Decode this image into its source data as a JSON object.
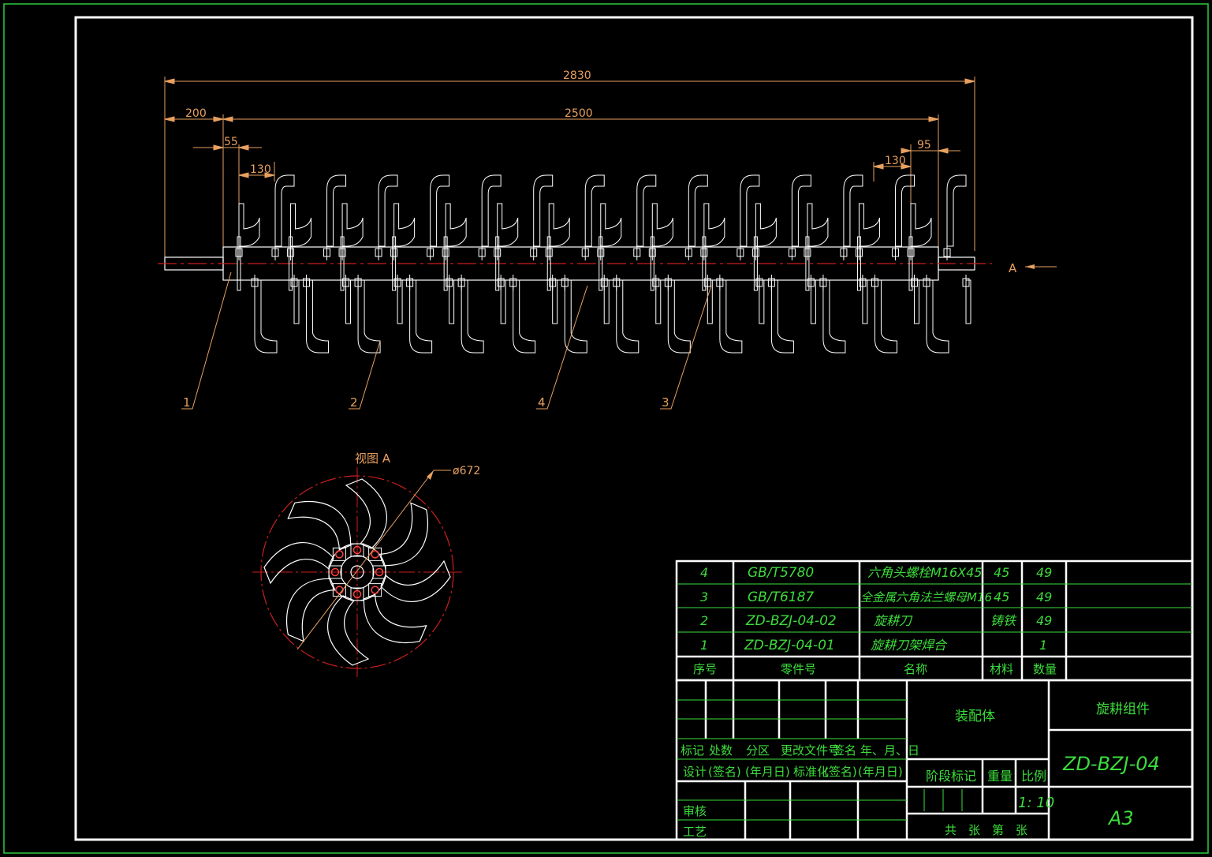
{
  "colors": {
    "background": "#000000",
    "frame": "#ffffff",
    "outer_border": "#2ecc40",
    "dimension": "#e8a060",
    "centerline": "#cc1e1e",
    "titleblock_text": "#3cdc3c",
    "titleblock_lines": "#3cdc3c",
    "part_lines": "#ffffff"
  },
  "dimensions": {
    "overall_length": "2830",
    "working_width": "2500",
    "left_shaft": "200",
    "left_offset": "55",
    "right_offset": "95",
    "blade_pitch_left": "130",
    "blade_pitch_right": "130",
    "diameter": "ø672"
  },
  "view_labels": {
    "view_arrow": "A",
    "view_a_title": "视图 A"
  },
  "balloons": [
    "1",
    "2",
    "4",
    "3"
  ],
  "blade_pairs": 14,
  "view_a_blades": 8,
  "parts_list": {
    "rows": [
      {
        "no": "4",
        "code": "GB/T5780",
        "name": "六角头螺栓M16X45",
        "material": "45",
        "qty": "49"
      },
      {
        "no": "3",
        "code": "GB/T6187",
        "name": "全金属六角法兰螺母M16",
        "material": "45",
        "qty": "49"
      },
      {
        "no": "2",
        "code": "ZD-BZJ-04-02",
        "name": "旋耕刀",
        "material": "铸铁",
        "qty": "49"
      },
      {
        "no": "1",
        "code": "ZD-BZJ-04-01",
        "name": "旋耕刀架焊合",
        "material": "",
        "qty": "1"
      }
    ],
    "headers": {
      "no": "序号",
      "code": "零件号",
      "name": "名称",
      "material": "材料",
      "qty": "数量"
    }
  },
  "title_block": {
    "row_labels_1": [
      "标记",
      "处数",
      "分区",
      "更改文件号",
      "签名",
      "年、月、日"
    ],
    "row_labels_2": [
      "设计",
      "(签名)",
      "(年月日)",
      "标准化",
      "(签名)",
      "(年月日)"
    ],
    "review": "审核",
    "process": "工艺",
    "assembly_type": "装配体",
    "drawing_title": "旋耕组件",
    "stage_mark": "阶段标记",
    "weight": "重量",
    "ratio": "比例",
    "scale": "1: 10",
    "drawing_number": "ZD-BZJ-04",
    "sheet_info": "共　张　第　张",
    "paper_size": "A3"
  }
}
